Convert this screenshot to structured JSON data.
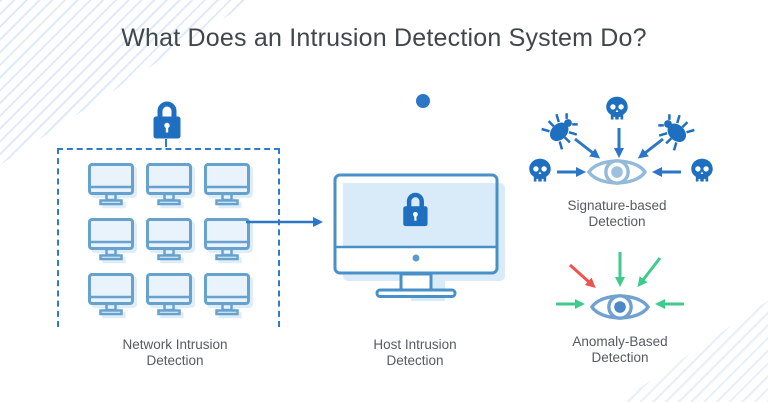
{
  "title": "What Does an Intrusion Detection System Do?",
  "sections": [
    {
      "id": "network",
      "label_line1": "Network Intrusion",
      "label_line2": "Detection"
    },
    {
      "id": "host",
      "label_line1": "Host Intrusion",
      "label_line2": "Detection"
    },
    {
      "id": "signature",
      "label_line1": "Signature-based",
      "label_line2": "Detection"
    },
    {
      "id": "anomaly",
      "label_line1": "Anomaly-Based",
      "label_line2": "Detection"
    }
  ],
  "icons": {
    "network_protection": "lock",
    "host_protection": "lock",
    "workstation": "monitor",
    "host_computer": "monitor",
    "threat_skull": "skull",
    "threat_bug": "bug",
    "detection_eye": "eye"
  },
  "colors": {
    "accent-blue": "#2b76c6",
    "lock-blue": "#1f6fc0",
    "outline-blue": "#67a2cf",
    "fill-blue": "#e9f3fb",
    "dashed-border": "#2e7bc9",
    "green": "#3ecb8b",
    "red": "#ef5350",
    "title-text": "#3f464c",
    "label-text": "#555b60"
  }
}
